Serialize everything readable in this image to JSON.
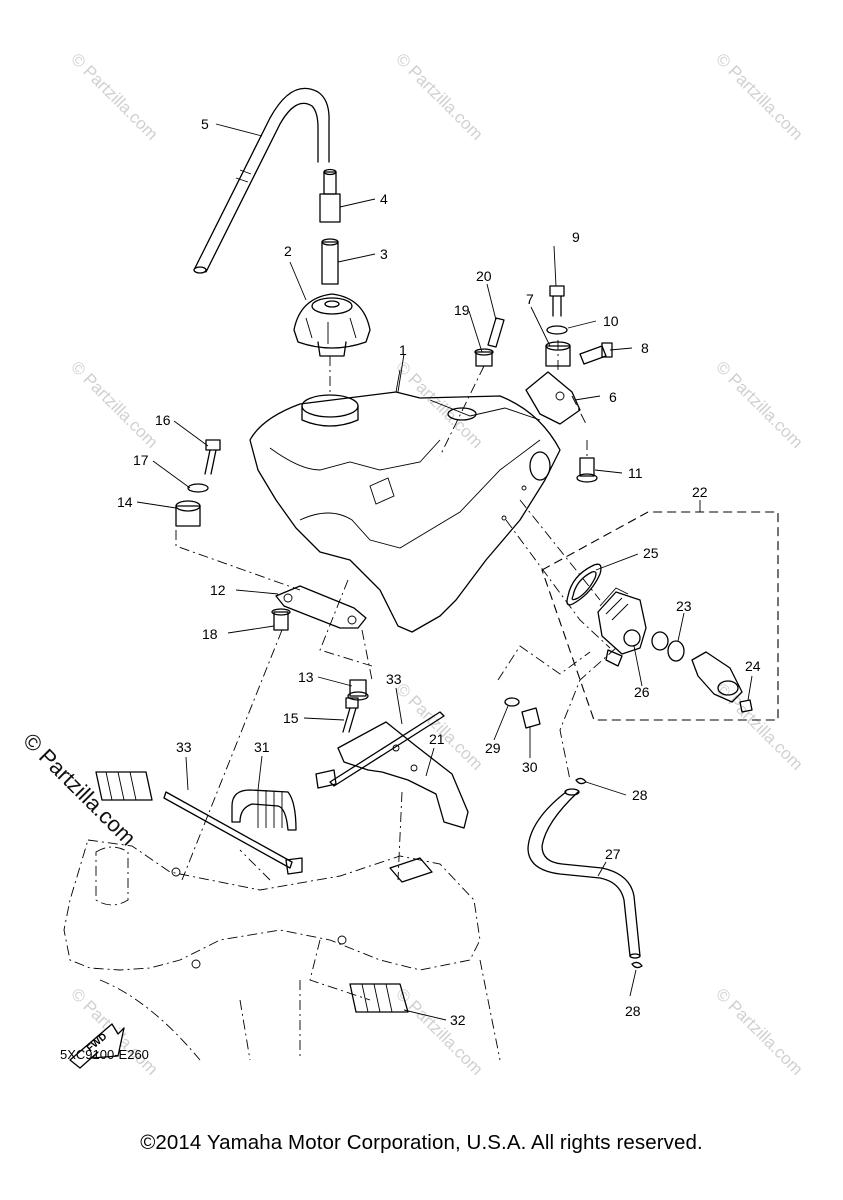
{
  "diagram": {
    "callouts": [
      "1",
      "2",
      "3",
      "4",
      "5",
      "6",
      "7",
      "8",
      "9",
      "10",
      "11",
      "12",
      "13",
      "14",
      "15",
      "16",
      "17",
      "18",
      "19",
      "20",
      "21",
      "22",
      "23",
      "24",
      "25",
      "26",
      "27",
      "28",
      "28",
      "29",
      "30",
      "31",
      "32",
      "33",
      "33"
    ],
    "fwd_label": "FWD",
    "code": "5XC9100-E260"
  },
  "watermark": {
    "text": "© Partzilla.com"
  },
  "footer": {
    "copyright": "©2014 Yamaha Motor Corporation, U.S.A. All rights reserved."
  }
}
